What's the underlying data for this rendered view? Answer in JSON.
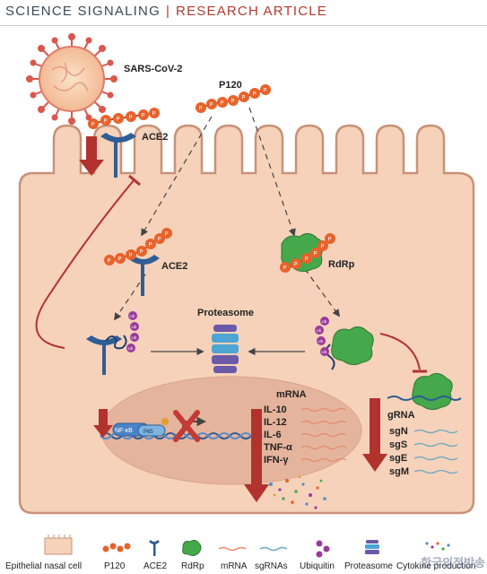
{
  "header": {
    "journal": "SCIENCE SIGNALING",
    "separator": "|",
    "type": "RESEARCH ARTICLE"
  },
  "diagram": {
    "virus": "SARS-CoV-2",
    "protein": "P120",
    "ace2_top": "ACE2",
    "ace2_mid": "ACE2",
    "rdrp": "RdRp",
    "proteasome": "Proteasome",
    "ub": "Ub",
    "nfkb": "NF-κB",
    "p65": "P65",
    "mrna_title": "mRNA",
    "cytokines": [
      "IL-10",
      "IL-12",
      "IL-6",
      "TNF-α",
      "IFN-γ"
    ],
    "grna": "gRNA",
    "sgrnas": [
      "sgN",
      "sgS",
      "sgE",
      "sgM"
    ]
  },
  "legend": {
    "items": [
      "Epithelial nasal cell",
      "P120",
      "ACE2",
      "RdRp",
      "mRNA",
      "sgRNAs",
      "Ubiquitin",
      "Proteasome",
      "Cytokine production"
    ]
  },
  "watermark": "한국의정방송"
}
